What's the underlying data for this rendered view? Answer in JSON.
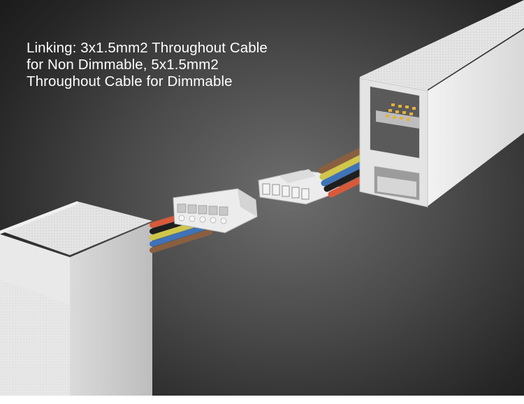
{
  "caption": {
    "line1": "Linking: 3x1.5mm2 Throughout Cable",
    "line2": "for Non Dimmable, 5x1.5mm2",
    "line3": "Throughout Cable for Dimmable"
  },
  "colors": {
    "background": "#4a4a4a",
    "housing": "#e6e6e6",
    "connector": "#ececec",
    "wire_red": "#d85a3a",
    "wire_black": "#1e1e1e",
    "wire_yellow": "#cfc64a",
    "wire_blue": "#3f73b8",
    "wire_brown": "#8a5f40",
    "led_chip": "#e6b23a"
  },
  "icons": [
    "luminaire-housing-left",
    "luminaire-housing-right",
    "cable-connector-female",
    "cable-connector-male"
  ]
}
